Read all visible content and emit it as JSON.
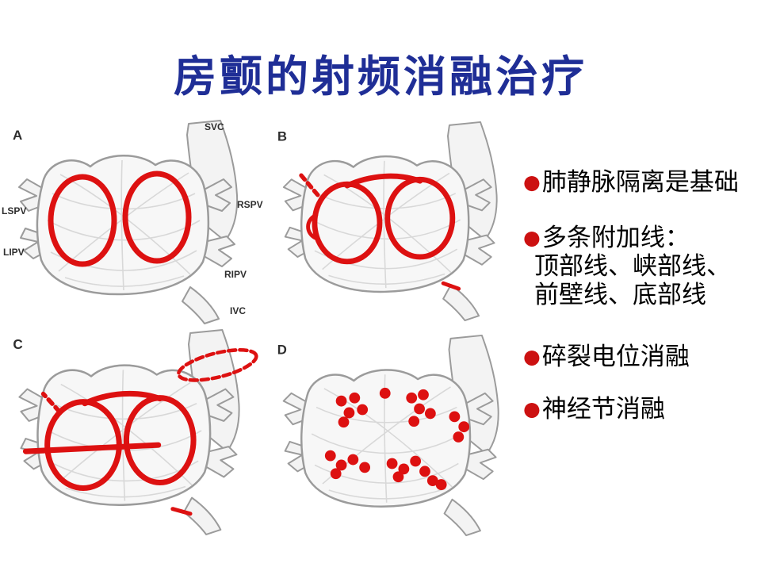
{
  "slide": {
    "title": "房颤的射频消融治疗",
    "bullets": [
      {
        "marker": "●",
        "lines": [
          "肺静脉隔离是基础"
        ]
      },
      {
        "marker": "●",
        "lines": [
          "多条附加线：",
          "顶部线、峡部线、",
          "前壁线、底部线"
        ]
      },
      {
        "marker": "●",
        "lines": [
          "碎裂电位消融"
        ]
      },
      {
        "marker": "●",
        "lines": [
          "神经节消融"
        ]
      }
    ]
  },
  "figure": {
    "panels": [
      {
        "label": "A"
      },
      {
        "label": "B"
      },
      {
        "label": "C"
      },
      {
        "label": "D"
      }
    ],
    "anatomy": {
      "svc": "SVC",
      "rspv": "RSPV",
      "ripv": "RIPV",
      "ivc": "IVC",
      "lspv": "LSPV",
      "lipv": "LIPV"
    }
  },
  "colors": {
    "title_color": "#1f2e96",
    "ablation_color": "#dd1111",
    "bullet_color": "#cc1111"
  }
}
